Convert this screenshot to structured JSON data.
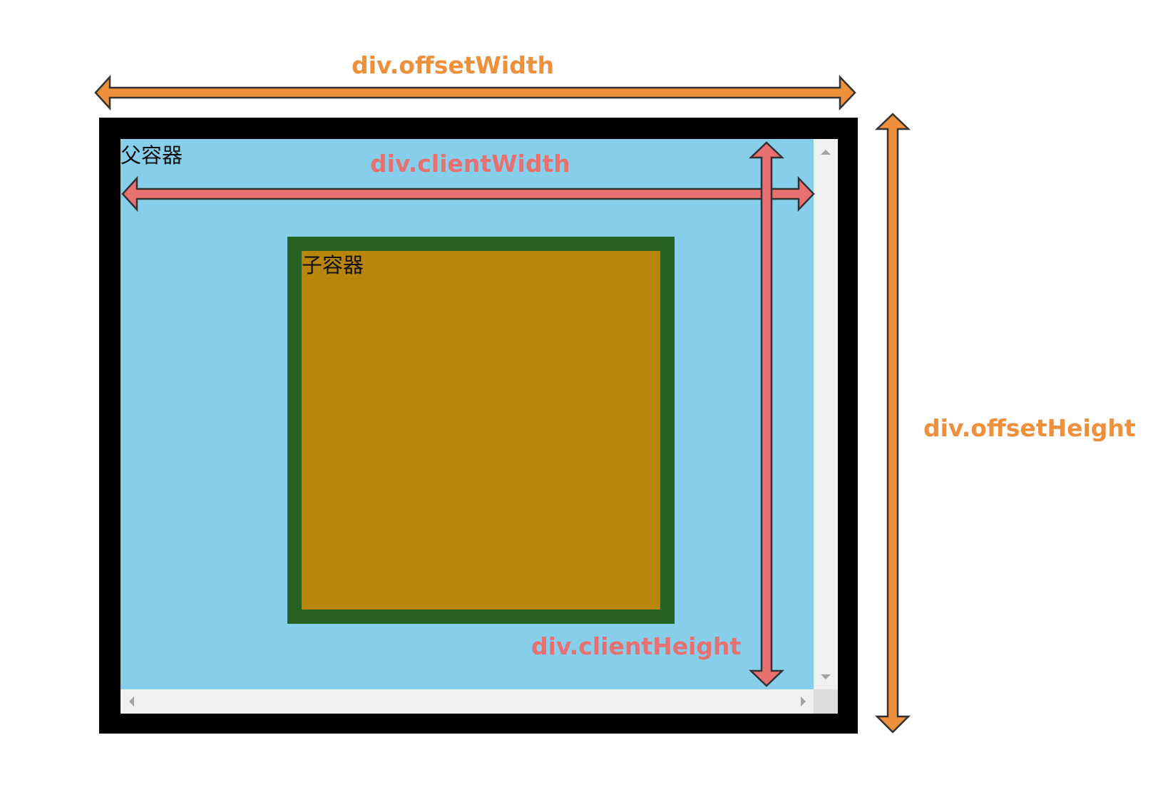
{
  "labels": {
    "offset_width": "div.offsetWidth",
    "offset_height": "div.offsetHeight",
    "client_width": "div.clientWidth",
    "client_height": "div.clientHeight"
  },
  "containers": {
    "parent": "父容器",
    "child": "子容器"
  },
  "colors": {
    "offset_arrow": "#ee8f3b",
    "client_arrow": "#e87070",
    "arrow_outline": "#333333",
    "parent_border": "#000000",
    "parent_background": "#87ceeb",
    "child_border": "#266221",
    "child_background": "#b8860b",
    "scrollbar": "#f0f0f0"
  }
}
